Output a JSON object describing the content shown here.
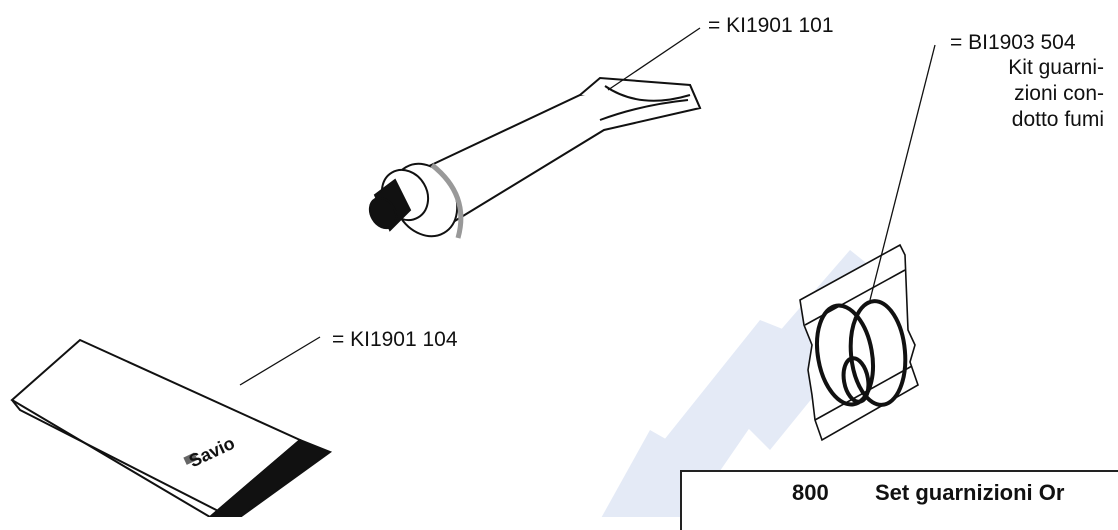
{
  "tube": {
    "code": "= KI1901 101"
  },
  "kit": {
    "code": "= BI1903 504",
    "description_lines": [
      "Kit guarni-",
      "zioni con-",
      "dotto fumi"
    ]
  },
  "manual": {
    "code": "= KI1901 104",
    "brand": "Savio"
  },
  "section": {
    "number": "800",
    "title": "Set guarnizioni Or"
  },
  "colors": {
    "line": "#111111",
    "watermark": "#c9d5ec"
  }
}
